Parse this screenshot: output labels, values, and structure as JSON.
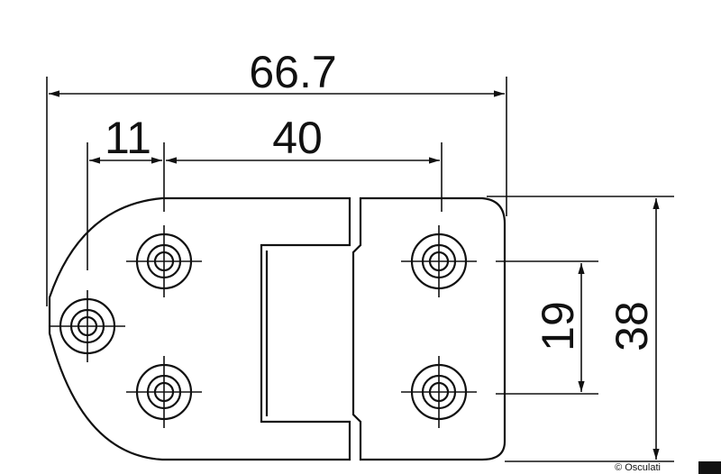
{
  "drawing": {
    "dimensions": {
      "overall_length": "66.7",
      "offset": "11",
      "hole_spacing": "40",
      "inner_height": "19",
      "overall_height": "38"
    },
    "copyright": "© Osculati",
    "brand_color": "#111111"
  }
}
